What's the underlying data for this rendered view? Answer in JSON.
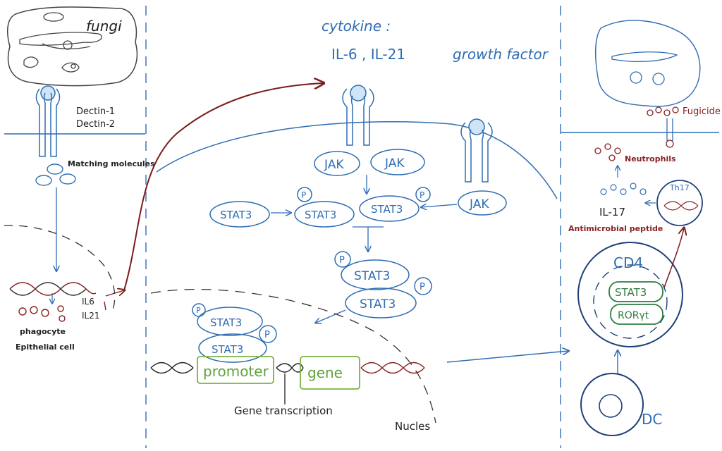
{
  "left_panel": {
    "fungi_label": "fungi",
    "receptor_labels": [
      "Dectin-1",
      "Dectin-2"
    ],
    "matching_label": "Matching molecules",
    "cytokine_labels": [
      "IL6",
      "IL21"
    ],
    "cell_labels": [
      "phagocyte",
      "Epithelial cell"
    ]
  },
  "center_panel": {
    "cytokine_heading": "cytokine :",
    "cytokine_list": "IL-6 , IL-21",
    "growth_factor": "growth factor",
    "jak_label": "JAK",
    "stat_label": "STAT3",
    "p_label": "P",
    "promoter_label": "promoter",
    "gene_label": "gene",
    "transcription_label": "Gene transcription",
    "nucleus_label": "Nucles"
  },
  "right_panel": {
    "fungicide_label": "Fugicide",
    "neutrophils_label": "Neutrophils",
    "il17_label": "IL-17",
    "peptide_label": "Antimicrobial peptide",
    "th17_label": "Th17",
    "cd4_label": "CD4",
    "stat3_label": "STAT3",
    "ror_label": "RORγt",
    "dc_label": "DC"
  },
  "colors": {
    "blue": "#2f6db3",
    "light_blue_fill": "#cfe4f7",
    "dark_red": "#8a1f1f",
    "green": "#7cb342",
    "dark_green": "#2e7d43"
  }
}
